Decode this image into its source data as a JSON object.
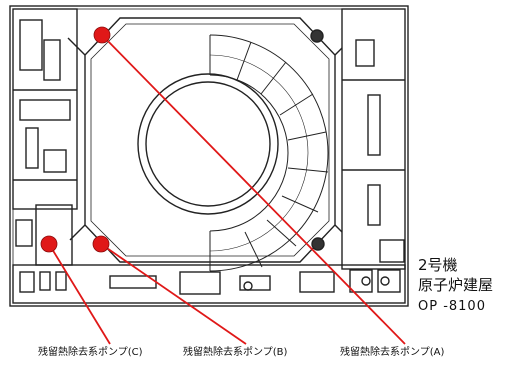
{
  "building": {
    "unit": "2号機",
    "name": "原子炉建屋",
    "elevation": "OP -8100"
  },
  "pumps": [
    {
      "id": "C",
      "label": "残留熱除去系ポンプ(C)"
    },
    {
      "id": "B",
      "label": "残留熱除去系ポンプ(B)"
    },
    {
      "id": "A",
      "label": "残留熱除去系ポンプ(A)"
    }
  ],
  "colors": {
    "pump_marker": "#e01818",
    "pointer_line": "#e01818",
    "floor_plan_lines": "#222222"
  }
}
